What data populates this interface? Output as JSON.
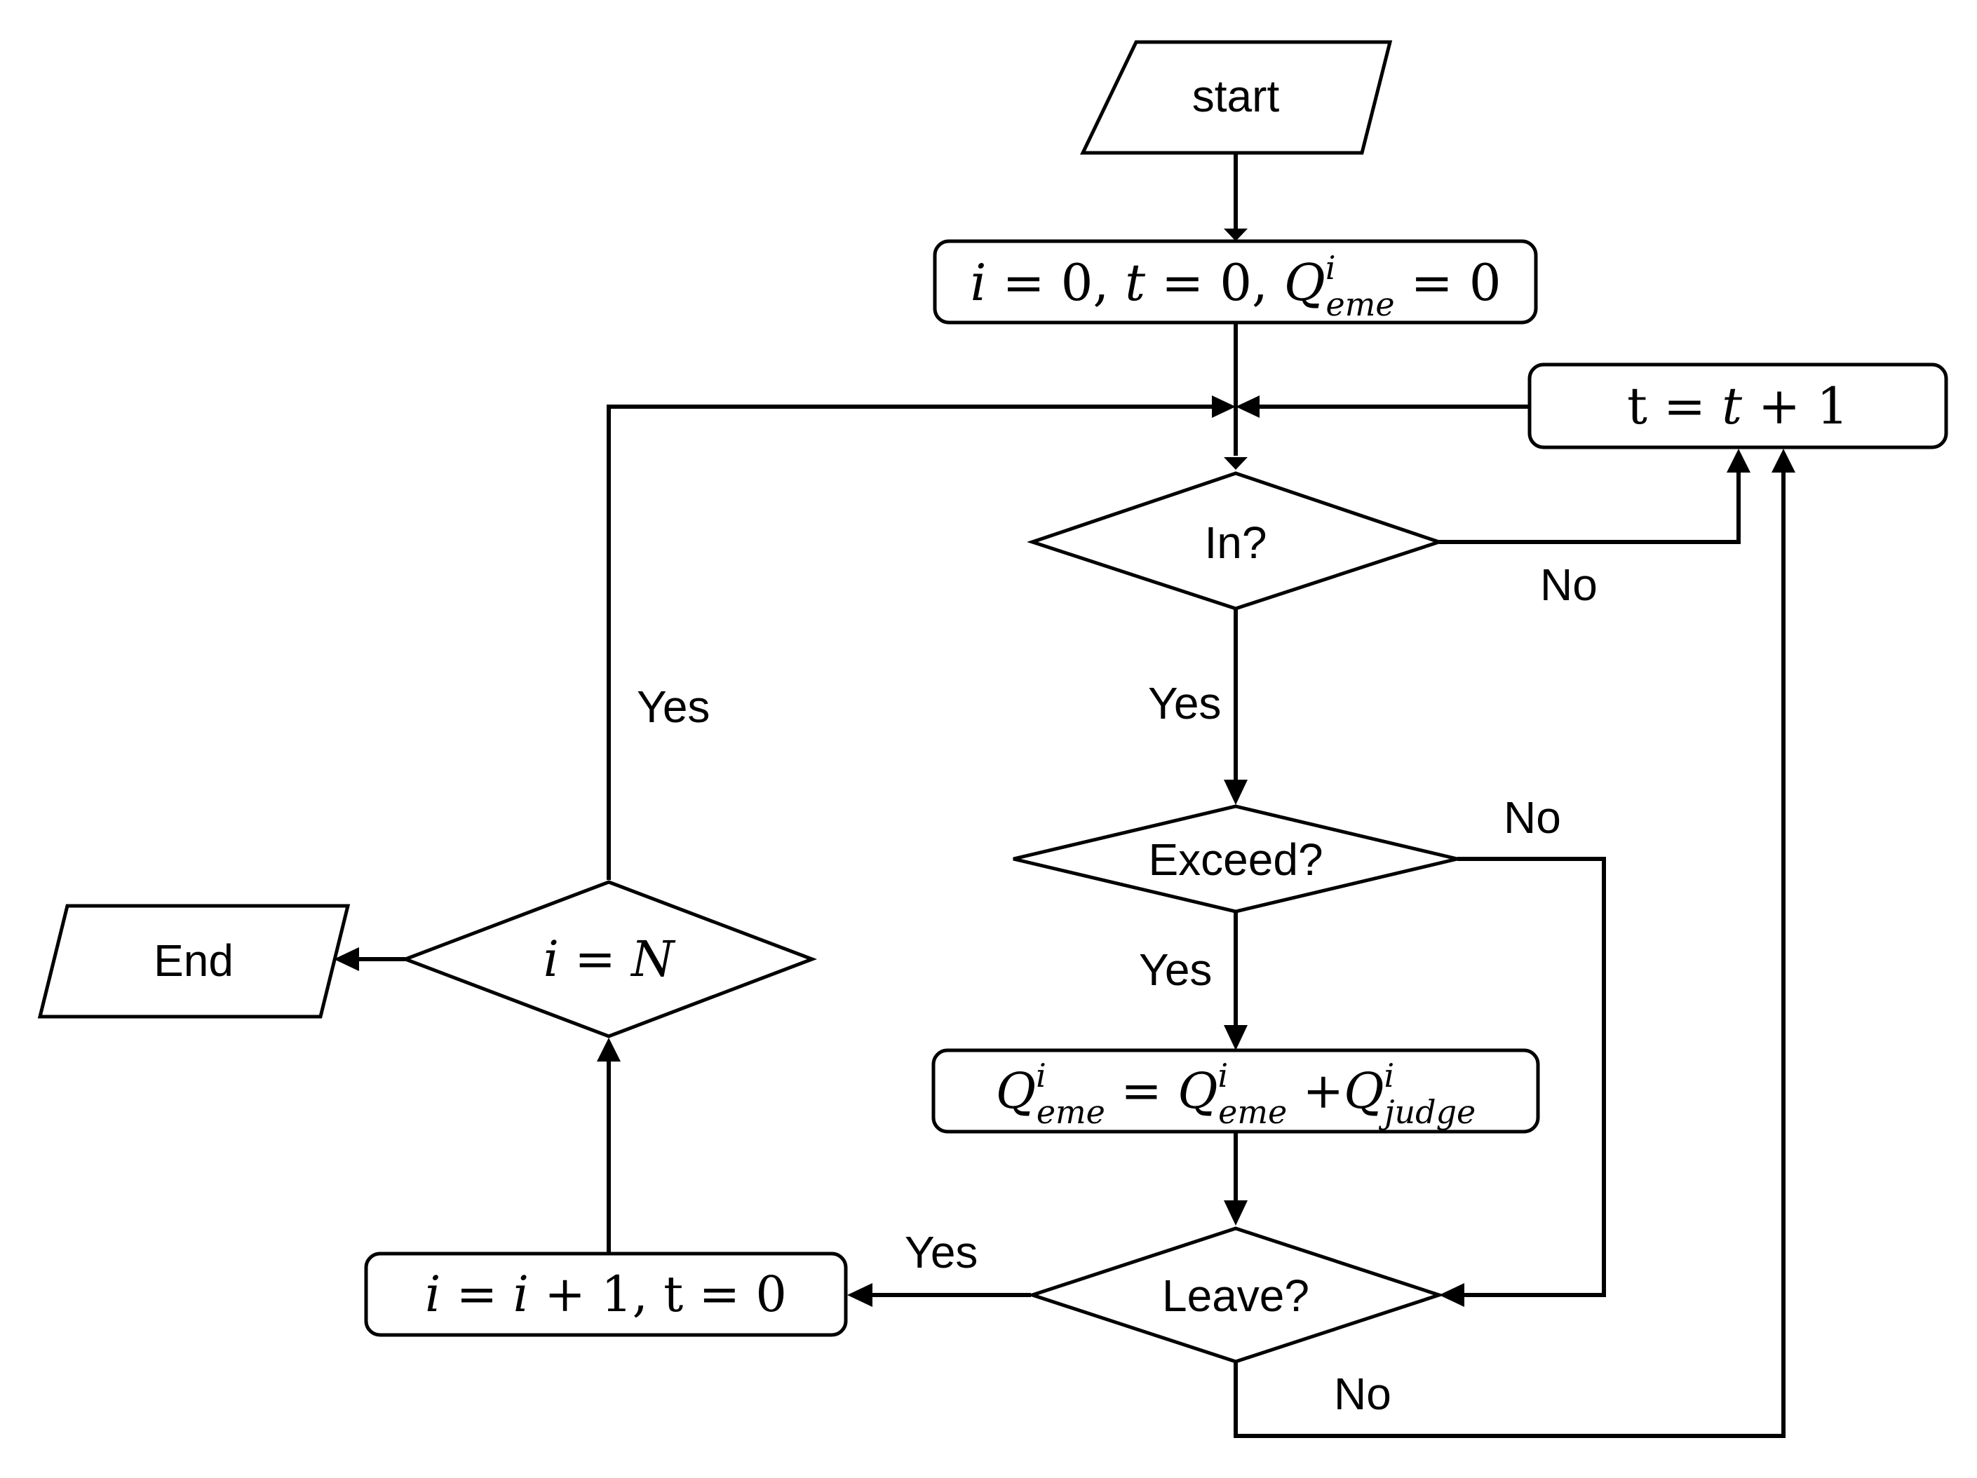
{
  "nodes": {
    "start": {
      "label": "start"
    },
    "init": {
      "i": "i",
      "eq1": " = 0, ",
      "t": "t",
      "eq2": " = 0, ",
      "q": "Q",
      "sup": "i",
      "sub": "eme",
      "eq3": " = 0"
    },
    "increment_t": {
      "t1": "t",
      "eq": " = ",
      "t2": "t",
      "plus": " + 1"
    },
    "decision_in": {
      "label": "In?"
    },
    "decision_exceed": {
      "label": "Exceed?"
    },
    "accumulate": {
      "q1": "Q",
      "sup1": "i",
      "sub1": "eme",
      "eq": " = ",
      "q2": "Q",
      "sup2": "i",
      "sub2": "eme",
      "plus": " +",
      "q3": "Q",
      "sup3": "i",
      "sub3": "judge"
    },
    "decision_leave": {
      "label": "Leave?"
    },
    "increment_i": {
      "i1": "i",
      "eq": " = ",
      "i2": "i",
      "rest": " + 1, t = 0"
    },
    "decision_n": {
      "i": "i",
      "eq": " = ",
      "n": "N"
    },
    "end": {
      "label": "End"
    }
  },
  "edge_labels": {
    "in_no": "No",
    "in_yes": "Yes",
    "exceed_no": "No",
    "exceed_yes": "Yes",
    "leave_yes": "Yes",
    "leave_no": "No",
    "n_yes": "Yes"
  }
}
